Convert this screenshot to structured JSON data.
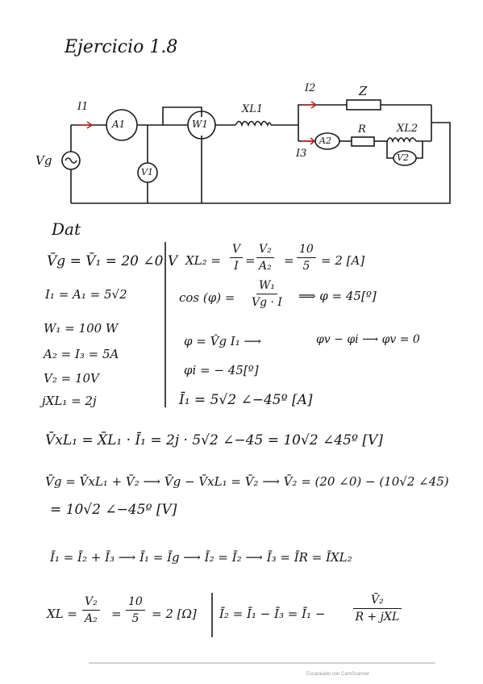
{
  "title": "Ejercicio 1.8",
  "circuit": {
    "source": "Vg",
    "ammeter1": "A1",
    "voltmeter1": "V1",
    "wattmeter": "W1",
    "inductor1": "XL1",
    "current_i1": "I1",
    "current_i2": "I2",
    "current_i3": "I3",
    "impedance": "Z",
    "ammeter2": "A2",
    "resistor": "R",
    "inductor2": "XL2",
    "voltmeter2": "V2"
  },
  "dat": {
    "heading": "Dat",
    "left": [
      "V̄g = V̄₁ = 20 ∠0 V",
      "I₁ = A₁ = 5√2",
      "W₁ = 100 W",
      "A₂ = I₃ = 5A",
      "V₂ = 10V",
      "jXL₁ = 2j"
    ],
    "right": {
      "xl2_lhs": "XL₂ =",
      "xl2_f1_num": "V",
      "xl2_f1_den": "I",
      "xl2_f2_num": "V₂",
      "xl2_f2_den": "A₂",
      "xl2_f3_num": "10",
      "xl2_f3_den": "5",
      "xl2_result": "= 2 [A]",
      "cos_lhs": "cos (φ) =",
      "cos_num": "W₁",
      "cos_den": "Vg · I",
      "cos_result": "⟹ φ = 45[º]",
      "phi_line": "φ = V̂g I₁ ⟶",
      "phi_right": "φv − φi ⟶ φv = 0",
      "phii_line": "φi = − 45[º]",
      "i1_line": "Ī₁ = 5√2 ∠−45º [A]"
    }
  },
  "equations": {
    "vxl1": "V̄xL₁ = X̄L₁ · Ī₁ = 2j · 5√2 ∠−45 = 10√2 ∠45º [V]",
    "vg": "V̄g = V̄xL₁ + V̄₂ ⟶ V̄g − V̄xL₁ = V̄₂ ⟶ V̄₂ = (20 ∠0) − (10√2 ∠45)",
    "vg_result": "= 10√2 ∠−45º [V]",
    "currents": "Ī₁ = Ī₂ + Ī₃ ⟶ Ī₁ = Īg ⟶ Ī₂ = Ī₂ ⟶ Ī₃ = ĪR = ĪXL₂",
    "xl_lhs": "XL =",
    "xl_f1_num": "V₂",
    "xl_f1_den": "A₂",
    "xl_f2_num": "10",
    "xl_f2_den": "5",
    "xl_result": "= 2 [Ω]",
    "i2_line": "Ī₂ = Ī₁ − Ī₃ = Ī₁ −",
    "i2_num": "V̄₂",
    "i2_den": "R + jXL"
  },
  "footer": "Escaneado con CamScanner"
}
